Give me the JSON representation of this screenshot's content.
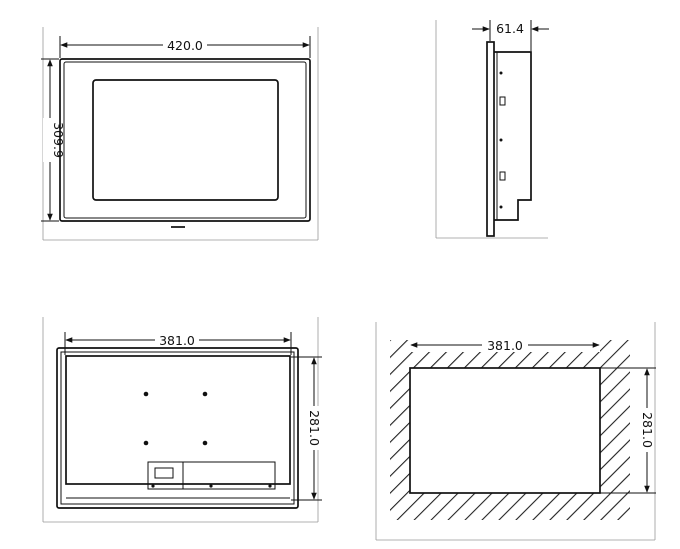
{
  "views": {
    "front": {
      "width_label": "420.0",
      "height_label": "309.9"
    },
    "side": {
      "depth_label": "61.4"
    },
    "rear": {
      "width_label": "381.0",
      "height_label": "281.0"
    },
    "cutout": {
      "width_label": "381.0",
      "height_label": "281.0"
    }
  },
  "colors": {
    "line": "#111111",
    "hatch": "#222222",
    "background": "#ffffff"
  }
}
